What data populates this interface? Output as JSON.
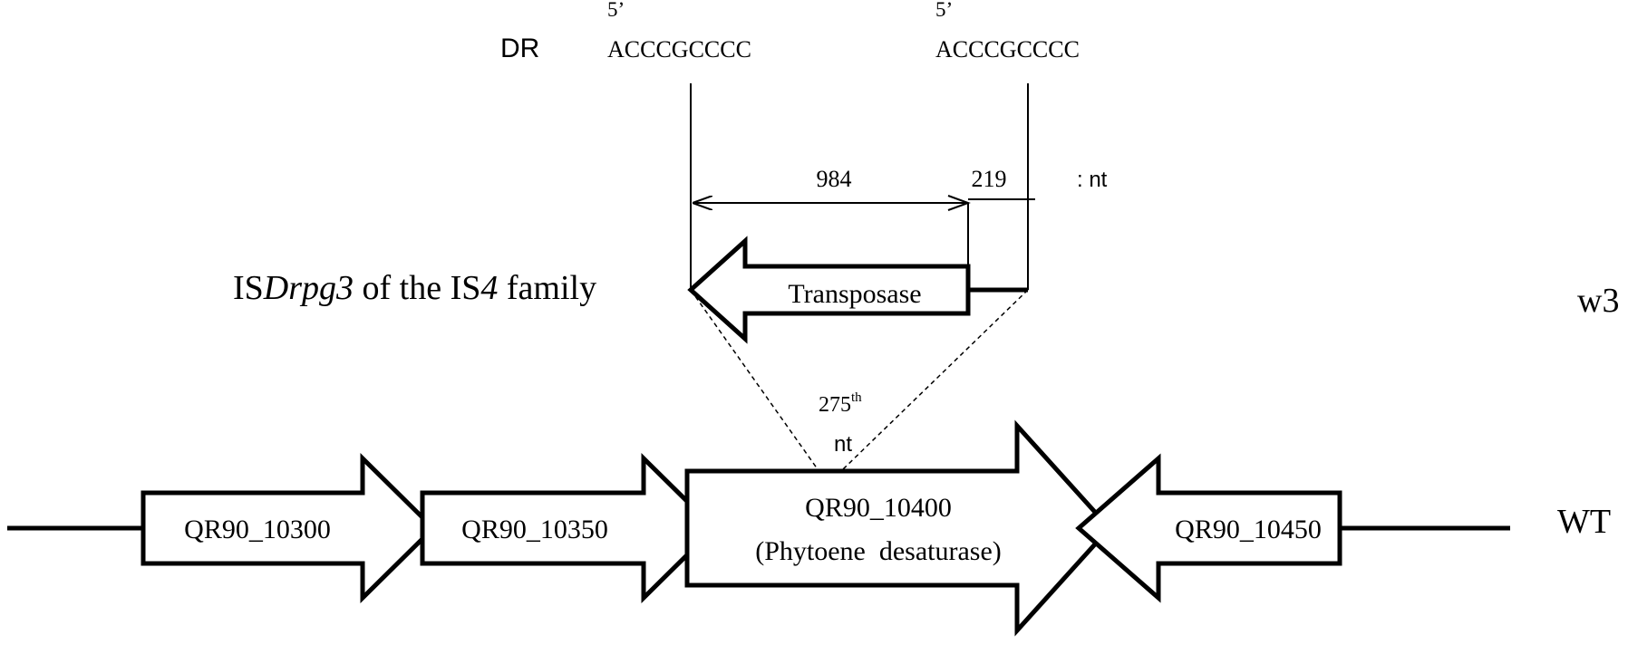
{
  "direct_repeat": {
    "label": "DR",
    "left": {
      "prime": "5’",
      "sequence": "ACCCGCCCC"
    },
    "right": {
      "prime": "5’",
      "sequence": "ACCCGCCCC"
    }
  },
  "lengths": {
    "segment_a": "984",
    "segment_b": "219",
    "unit": ": nt"
  },
  "insertion_element": {
    "prefix": "IS",
    "name_italic": "Drpg3",
    "middle": " of the IS",
    "family_italic": "4",
    "suffix": " family",
    "gene_label": "Transposase"
  },
  "insertion_site": {
    "position": "275",
    "superscript": "th",
    "unit": "nt"
  },
  "strains": {
    "mutant": "w3",
    "wild_type": "WT"
  },
  "genes": [
    {
      "id": "QR90_10300",
      "description": ""
    },
    {
      "id": "QR90_10350",
      "description": ""
    },
    {
      "id": "QR90_10400",
      "description": "(Phytoene  desaturase)"
    },
    {
      "id": "QR90_10450",
      "description": ""
    }
  ],
  "colors": {
    "stroke": "#000000",
    "fill": "#ffffff"
  }
}
